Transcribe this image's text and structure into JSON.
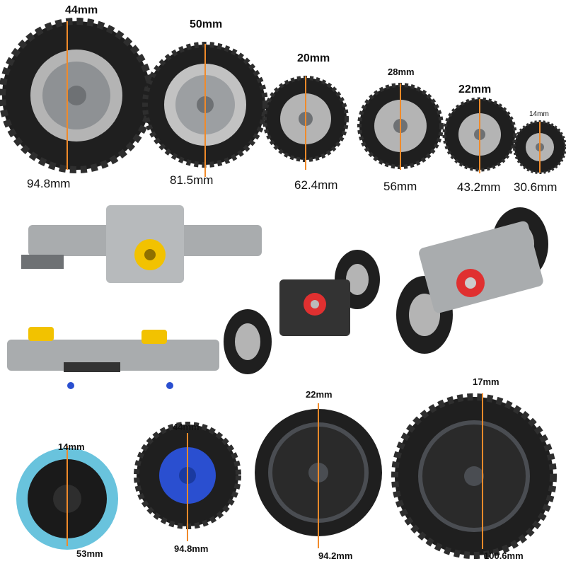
{
  "colors": {
    "tire": "#1f1f1f",
    "tread": "#2e2e2e",
    "rim_grey": "#b4b4b4",
    "rim_dark": "#4a4d52",
    "rim_blue": "#2a4fd0",
    "rim_black": "#1a1a1a",
    "tire_light_blue": "#69c3dd",
    "marker_orange": "#f08a2a",
    "beam_grey": "#a9acae",
    "gear_red": "#e03030",
    "gear_yellow": "#f2c200"
  },
  "top_row": [
    {
      "width_label": "44mm",
      "diameter_label": "94.8mm"
    },
    {
      "width_label": "50mm",
      "diameter_label": "81.5mm"
    },
    {
      "width_label": "20mm",
      "diameter_label": "62.4mm"
    },
    {
      "width_label": "28mm",
      "diameter_label": "56mm"
    },
    {
      "width_label": "22mm",
      "diameter_label": "43.2mm"
    },
    {
      "width_label": "14mm",
      "diameter_label": "30.6mm"
    }
  ],
  "bottom_row": [
    {
      "width_label": "14mm",
      "diameter_label": "53mm"
    },
    {
      "width_label": "44mm",
      "diameter_label": "94.8mm"
    },
    {
      "width_label": "22mm",
      "diameter_label": "94.2mm"
    },
    {
      "width_label": "17mm",
      "diameter_label": "100.6mm"
    }
  ]
}
